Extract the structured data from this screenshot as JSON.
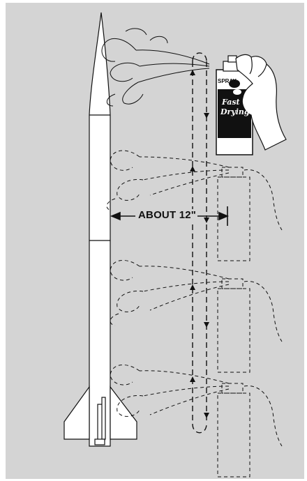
{
  "distance_label": "ABOUT 12\"",
  "spray_can": {
    "brand": "SPRAY",
    "label_line1": "Fast",
    "label_line2": "Drying"
  },
  "colors": {
    "background": "#d4d4d4",
    "ink": "#111111",
    "rocket_fill": "#ffffff"
  },
  "icons": [
    "rocket-illustration",
    "spray-can-icon",
    "hand-icon",
    "spray-plume",
    "motion-arrows"
  ]
}
